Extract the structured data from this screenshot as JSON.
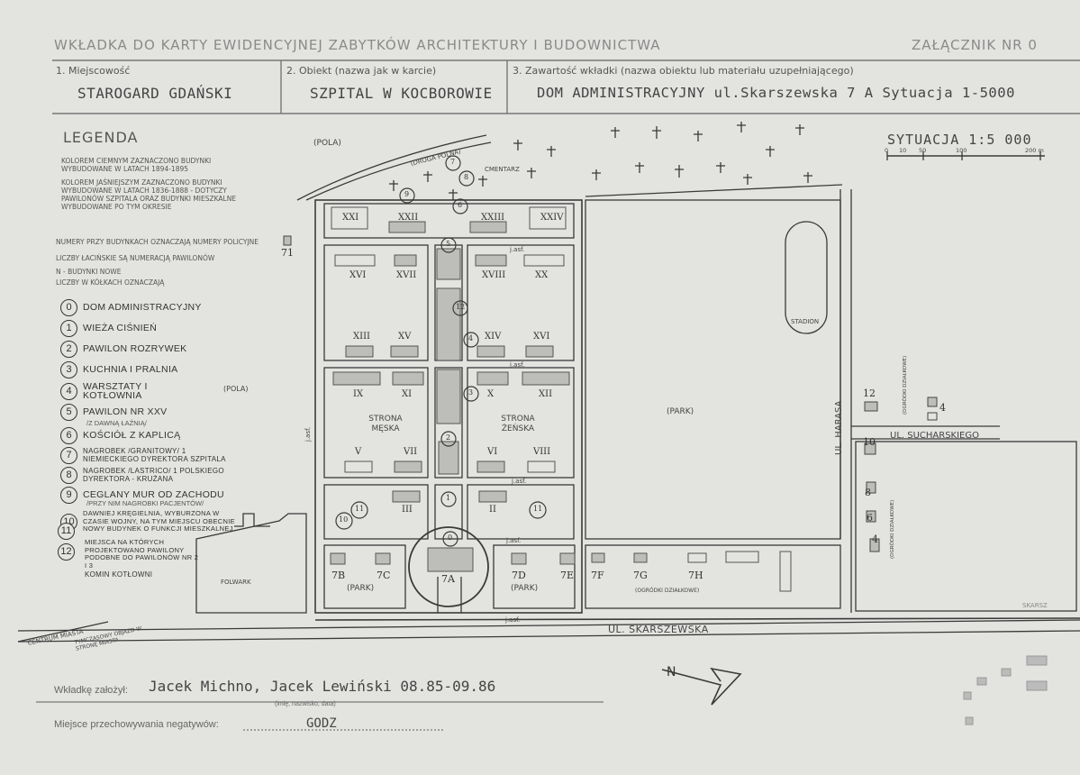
{
  "header": {
    "title": "WKŁADKA DO KARTY EWIDENCYJNEJ ZABYTKÓW ARCHITEKTURY I BUDOWNICTWA",
    "attachment": "ZAŁĄCZNIK NR 0"
  },
  "fields": {
    "place_label": "1. Miejscowość",
    "place_value": "STAROGARD GDAŃSKI",
    "object_label": "2. Obiekt (nazwa jak w karcie)",
    "object_value": "SZPITAL W KOCBOROWIE",
    "content_label": "3. Zawartość wkładki (nazwa obiektu lub materiału uzupełniającego)",
    "content_value": "DOM ADMINISTRACYJNY  ul.Skarszewska 7 A  Sytuacja 1-5000"
  },
  "legend": {
    "title": "LEGENDA",
    "notes": [
      "KOLOREM CIEMNYM ZAZNACZONO BUDYNKI WYBUDOWANE W LATACH 1894-1895",
      "KOLOREM JAŚNIEJSZYM ZAZNACZONO BUDYNKI WYBUDOWANE W LATACH 1836-1888 - DOTYCZY PAWILONÓW SZPITALA ORAZ BUDYNKI MIESZKALNE WYBUDOWANE PO TYM OKRESIE",
      "NUMERY PRZY BUDYNKACH OZNACZAJĄ NUMERY POLICYJNE",
      "LICZBY ŁACIŃSKIE SĄ NUMERACJĄ PAWILONÓW",
      "N - BUDYNKI NOWE",
      "LICZBY W KÓŁKACH OZNACZAJĄ"
    ],
    "items": [
      {
        "num": "0",
        "text": "DOM ADMINISTRACYJNY",
        "sub": ""
      },
      {
        "num": "1",
        "text": "WIEŻA CIŚNIEŃ",
        "sub": ""
      },
      {
        "num": "2",
        "text": "PAWILON ROZRYWEK",
        "sub": ""
      },
      {
        "num": "3",
        "text": "KUCHNIA I PRALNIA",
        "sub": ""
      },
      {
        "num": "4",
        "text": "WARSZTATY I KOTŁOWNIA",
        "sub": ""
      },
      {
        "num": "5",
        "text": "PAWILON NR XXV",
        "sub": "/Z DAWNĄ ŁAŹNIĄ/"
      },
      {
        "num": "6",
        "text": "KOŚCIÓŁ Z KAPLICĄ",
        "sub": ""
      },
      {
        "num": "7",
        "text": "NAGROBEK /GRANITOWY/ 1 NIEMIECKIEGO DYREKTORA SZPITALA",
        "sub": ""
      },
      {
        "num": "8",
        "text": "NAGROBEK /LASTRICO/ 1 POLSKIEGO DYREKTORA - KRUŻANA",
        "sub": ""
      },
      {
        "num": "9",
        "text": "CEGLANY MUR OD ZACHODU",
        "sub": "/PRZY NIM NAGROBKI PACJENTÓW/"
      },
      {
        "num": "10",
        "text": "DAWNIEJ KRĘGIELNIA, WYBURZONA W CZASIE WOJNY, NA TYM MIEJSCU OBECNIE NOWY BUDYNEK O FUNKCJI MIESZKALNEJ",
        "sub": ""
      },
      {
        "num": "11",
        "text": "MIEJSCA NA KTÓRYCH PROJEKTOWANO PAWILONY PODOBNE DO PAWILONÓW NR 2 I 3",
        "sub": ""
      },
      {
        "num": "12",
        "text": "KOMIN KOTŁOWNI",
        "sub": ""
      }
    ]
  },
  "map": {
    "labels": {
      "pola_top": "(POLA)",
      "droga_polna": "(DROGA POLNA)",
      "cmentarz": "CMENTARZ",
      "pola_mid": "(POLA)",
      "strona_meska": "STRONA MĘSKA",
      "strona_zenska": "STRONA ŻEŃSKA",
      "park_center": "(PARK)",
      "park_left": "(PARK)",
      "park_right": "(PARK)",
      "stadion": "STADION",
      "ul_harasa": "UL. HARASA",
      "ul_sucharskiego": "UL. SUCHARSKIEGO",
      "ul_skarszewska": "UL. SKARSZEWSKA",
      "skarsz_right": "SKARSZ",
      "folwark": "FOLWARK",
      "centrum_miasta": "CENTRUM MIASTA",
      "objazd": "TYMCZASOWY OBJAZD W STRONĘ MIASTA",
      "ogrodki": "(OGRÓDKI DZIAŁKOWE)",
      "ogrodki_v1": "(OGRÓDKI DZIAŁKOWE)",
      "ogrodki_v2": "(OGRÓDKI DZIAŁKOWE)",
      "north": "N",
      "jaz": "j.asf."
    },
    "pavilions": [
      "XXI",
      "XXII",
      "XXIII",
      "XXIV",
      "XVI",
      "XVII",
      "XVIII",
      "XX",
      "XIII",
      "XV",
      "XIV",
      "XVI",
      "IX",
      "XI",
      "X",
      "XII",
      "V",
      "VII",
      "VI",
      "VIII",
      "III",
      "II"
    ],
    "house_numbers": [
      "7A",
      "7B",
      "7C",
      "7D",
      "7E",
      "7F",
      "7G",
      "7H",
      "71",
      "12",
      "10",
      "8",
      "6",
      "4",
      "4"
    ],
    "circles": [
      "0",
      "1",
      "2",
      "3",
      "4",
      "5",
      "6",
      "7",
      "8",
      "9",
      "10",
      "11",
      "11",
      "12"
    ]
  },
  "scale": {
    "title": "SYTUACJA 1:5 000",
    "ticks": [
      "0",
      "10",
      "50",
      "100",
      "200 m"
    ]
  },
  "footer": {
    "author_label": "Wkładkę założył:",
    "author_value": "Jacek Michno, Jacek Lewiński  08.85-09.86",
    "author_hint": "(imię, nazwisko, data)",
    "negatives_label": "Miejsce przechowywania negatywów:",
    "negatives_value": "GODZ"
  },
  "colors": {
    "paper": "#e3e3e0",
    "ink": "#2f2f2f",
    "faint": "#8a8a8a"
  }
}
